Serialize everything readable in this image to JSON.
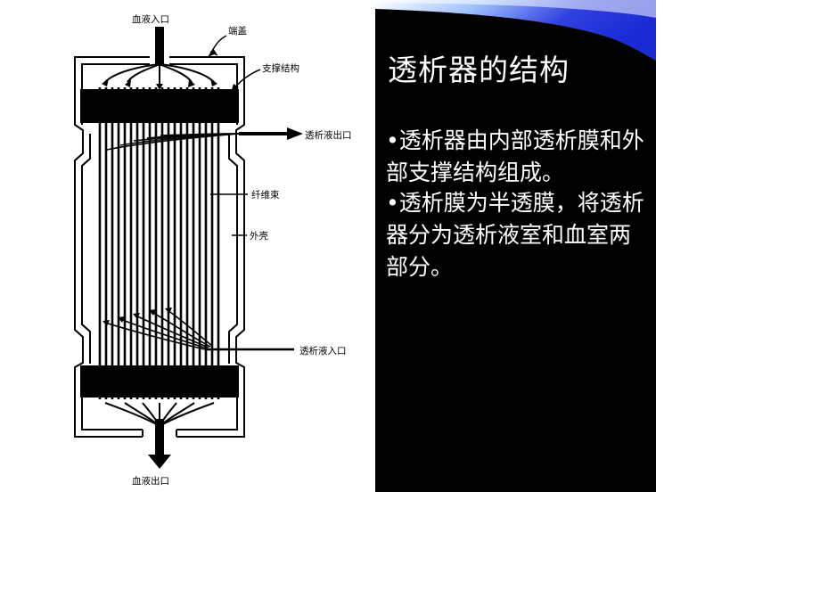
{
  "slide": {
    "title": "透析器的结构",
    "bullets": [
      "•透析器由内部透析膜和外部支撑结构组成。",
      "•透析膜为半透膜，将透析器分为透析液室和血室两部分。"
    ]
  },
  "diagram": {
    "labels": {
      "blood_inlet": "血液入口",
      "end_cap": "端盖",
      "support_structure": "支撑结构",
      "dialysate_outlet": "透析液出口",
      "fiber_bundle": "纤维束",
      "shell": "外壳",
      "dialysate_inlet": "透析液入口",
      "blood_outlet": "血液出口"
    }
  },
  "colors": {
    "panel_background": "#000000",
    "text": "#ffffff",
    "swoosh_blue": "#1a2bd6",
    "swoosh_light": "#7fb3ff"
  }
}
